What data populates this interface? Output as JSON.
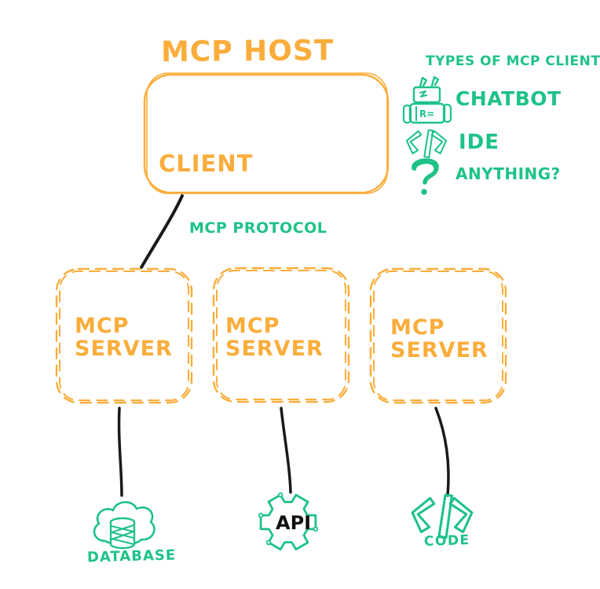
{
  "colors": {
    "orange": "#FAAD3B",
    "green": "#1EC287",
    "connector": "#1a1a1a",
    "background": "#ffffff"
  },
  "host": {
    "title": "MCP HOST",
    "client_label": "CLIENT"
  },
  "protocol": {
    "label": "MCP PROTOCOL"
  },
  "legend": {
    "title": "TYPES OF MCP CLIENT",
    "items": [
      {
        "icon": "robot-icon",
        "label": "CHATBOT"
      },
      {
        "icon": "code-brackets-icon",
        "label": "IDE"
      },
      {
        "icon": "question-mark-icon",
        "label": "ANYTHING?"
      }
    ]
  },
  "servers": [
    {
      "line1": "MCP",
      "line2": "SERVER"
    },
    {
      "line1": "MCP",
      "line2": "SERVER"
    },
    {
      "line1": "MCP",
      "line2": "SERVER"
    }
  ],
  "resources": [
    {
      "icon": "database-cloud-icon",
      "label": "DATABASE"
    },
    {
      "icon": "api-gear-icon",
      "label": "API"
    },
    {
      "icon": "code-brackets-icon",
      "label": "CODE"
    }
  ],
  "robot_panel_text": "R="
}
